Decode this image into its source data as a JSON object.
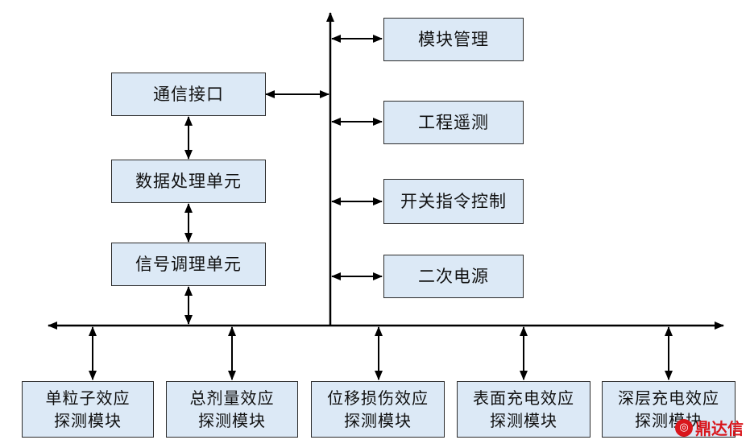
{
  "blocks": {
    "comm_interface": "通信接口",
    "data_processing": "数据处理单元",
    "signal_conditioning": "信号调理单元",
    "module_management": "模块管理",
    "engineering_telemetry": "工程遥测",
    "switch_command_control": "开关指令控制",
    "secondary_power": "二次电源"
  },
  "detectors": [
    {
      "line1": "单粒子效应",
      "line2": "探测模块"
    },
    {
      "line1": "总剂量效应",
      "line2": "探测模块"
    },
    {
      "line1": "位移损伤效应",
      "line2": "探测模块"
    },
    {
      "line1": "表面充电效应",
      "line2": "探测模块"
    },
    {
      "line1": "深层充电效应",
      "line2": "探测模块"
    }
  ],
  "watermark": {
    "text": "鼎达信",
    "color": "#d9161c"
  },
  "colors": {
    "box_fill": "#dce9f6",
    "line": "#000000"
  }
}
